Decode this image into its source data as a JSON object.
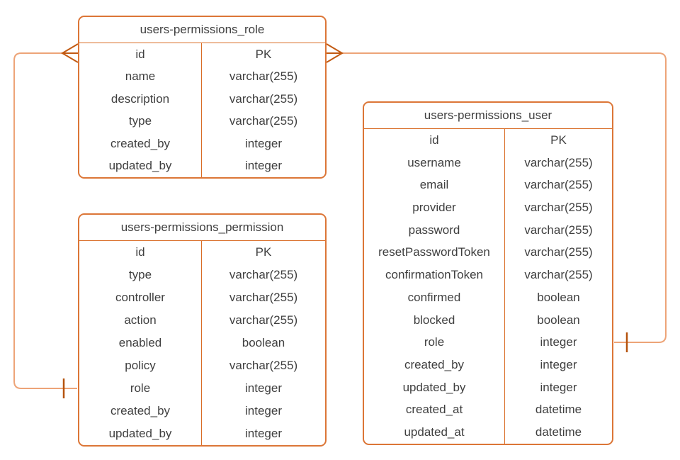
{
  "diagram": {
    "background": "#FFFFFF",
    "colors": {
      "table_border": "#DC7637",
      "connector_line": "#EDA478",
      "crows_foot": "#C25A12",
      "one_tick": "#B5530E",
      "text": "#3F3F3F"
    },
    "tables": [
      {
        "title": "users-permissions_role",
        "fields": [
          {
            "name": "id",
            "type": "PK"
          },
          {
            "name": "name",
            "type": "varchar(255)"
          },
          {
            "name": "description",
            "type": "varchar(255)"
          },
          {
            "name": "type",
            "type": "varchar(255)"
          },
          {
            "name": "created_by",
            "type": "integer"
          },
          {
            "name": "updated_by",
            "type": "integer"
          }
        ]
      },
      {
        "title": "users-permissions_permission",
        "fields": [
          {
            "name": "id",
            "type": "PK"
          },
          {
            "name": "type",
            "type": "varchar(255)"
          },
          {
            "name": "controller",
            "type": "varchar(255)"
          },
          {
            "name": "action",
            "type": "varchar(255)"
          },
          {
            "name": "enabled",
            "type": "boolean"
          },
          {
            "name": "policy",
            "type": "varchar(255)"
          },
          {
            "name": "role",
            "type": "integer"
          },
          {
            "name": "created_by",
            "type": "integer"
          },
          {
            "name": "updated_by",
            "type": "integer"
          }
        ]
      },
      {
        "title": "users-permissions_user",
        "fields": [
          {
            "name": "id",
            "type": "PK"
          },
          {
            "name": "username",
            "type": "varchar(255)"
          },
          {
            "name": "email",
            "type": "varchar(255)"
          },
          {
            "name": "provider",
            "type": "varchar(255)"
          },
          {
            "name": "password",
            "type": "varchar(255)"
          },
          {
            "name": "resetPasswordToken",
            "type": "varchar(255)"
          },
          {
            "name": "confirmationToken",
            "type": "varchar(255)"
          },
          {
            "name": "confirmed",
            "type": "boolean"
          },
          {
            "name": "blocked",
            "type": "boolean"
          },
          {
            "name": "role",
            "type": "integer"
          },
          {
            "name": "created_by",
            "type": "integer"
          },
          {
            "name": "updated_by",
            "type": "integer"
          },
          {
            "name": "created_at",
            "type": "datetime"
          },
          {
            "name": "updated_at",
            "type": "datetime"
          }
        ]
      }
    ],
    "relationships": [
      {
        "from_table": "users-permissions_role",
        "from_field": "id",
        "from_symbol": "crows-foot-many",
        "to_table": "users-permissions_permission",
        "to_field": "role",
        "to_symbol": "one-tick"
      },
      {
        "from_table": "users-permissions_role",
        "from_field": "id",
        "from_symbol": "crows-foot-many",
        "to_table": "users-permissions_user",
        "to_field": "role",
        "to_symbol": "one-tick"
      }
    ]
  }
}
